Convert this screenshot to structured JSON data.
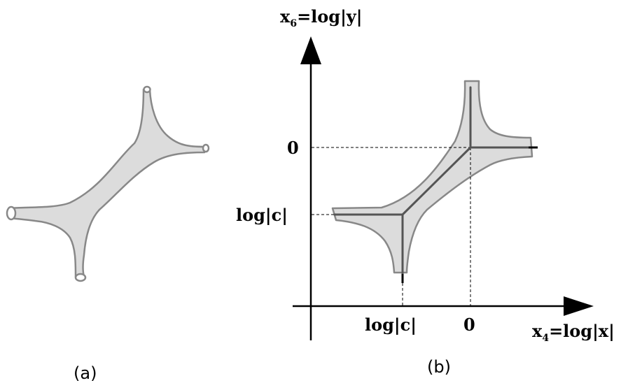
{
  "panel_a": {
    "caption": "(a)"
  },
  "panel_b": {
    "caption": "(b)",
    "y_axis_label": {
      "main": "x",
      "sub": "6",
      "rest": "=log|y|"
    },
    "x_axis_label": {
      "main": "x",
      "sub": "4",
      "rest": "=log|x|"
    },
    "y_tick_zero": "0",
    "y_tick_logc": "log|c|",
    "x_tick_logc": "log|c|",
    "x_tick_zero": "0"
  },
  "colors": {
    "amoeba_fill": "#dcdcdc",
    "amoeba_stroke": "#888888",
    "axis": "#000000"
  }
}
